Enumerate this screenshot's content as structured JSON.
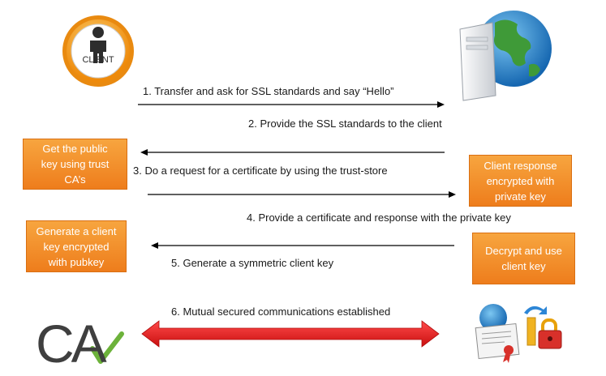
{
  "client_icon": {
    "label": "CLIENT"
  },
  "steps": [
    "1. Transfer and ask for SSL standards and say “Hello”",
    "2. Provide the SSL standards to the client",
    "3. Do a request for a certificate by using the trust-store",
    "4. Provide a certificate and response with the private key",
    "5. Generate a symmetric client key",
    "6. Mutual secured communications established"
  ],
  "boxes": {
    "get_public_key": [
      "Get the public",
      "key using trust",
      "CA’s"
    ],
    "client_response": [
      "Client response",
      "encrypted with",
      "private key"
    ],
    "generate_client_key": [
      "Generate a client",
      "key encrypted",
      "with pubkey"
    ],
    "decrypt": [
      "Decrypt and use",
      "client key"
    ]
  },
  "ca_logo": {
    "text": "CA"
  },
  "colors": {
    "box_orange": "#f39228",
    "mutual_arrow_red": "#e81414",
    "arrow_black": "#000000"
  },
  "icons": [
    "client-person-icon",
    "server-globe-icon",
    "ca-logo-icon",
    "certificate-lock-icon"
  ]
}
